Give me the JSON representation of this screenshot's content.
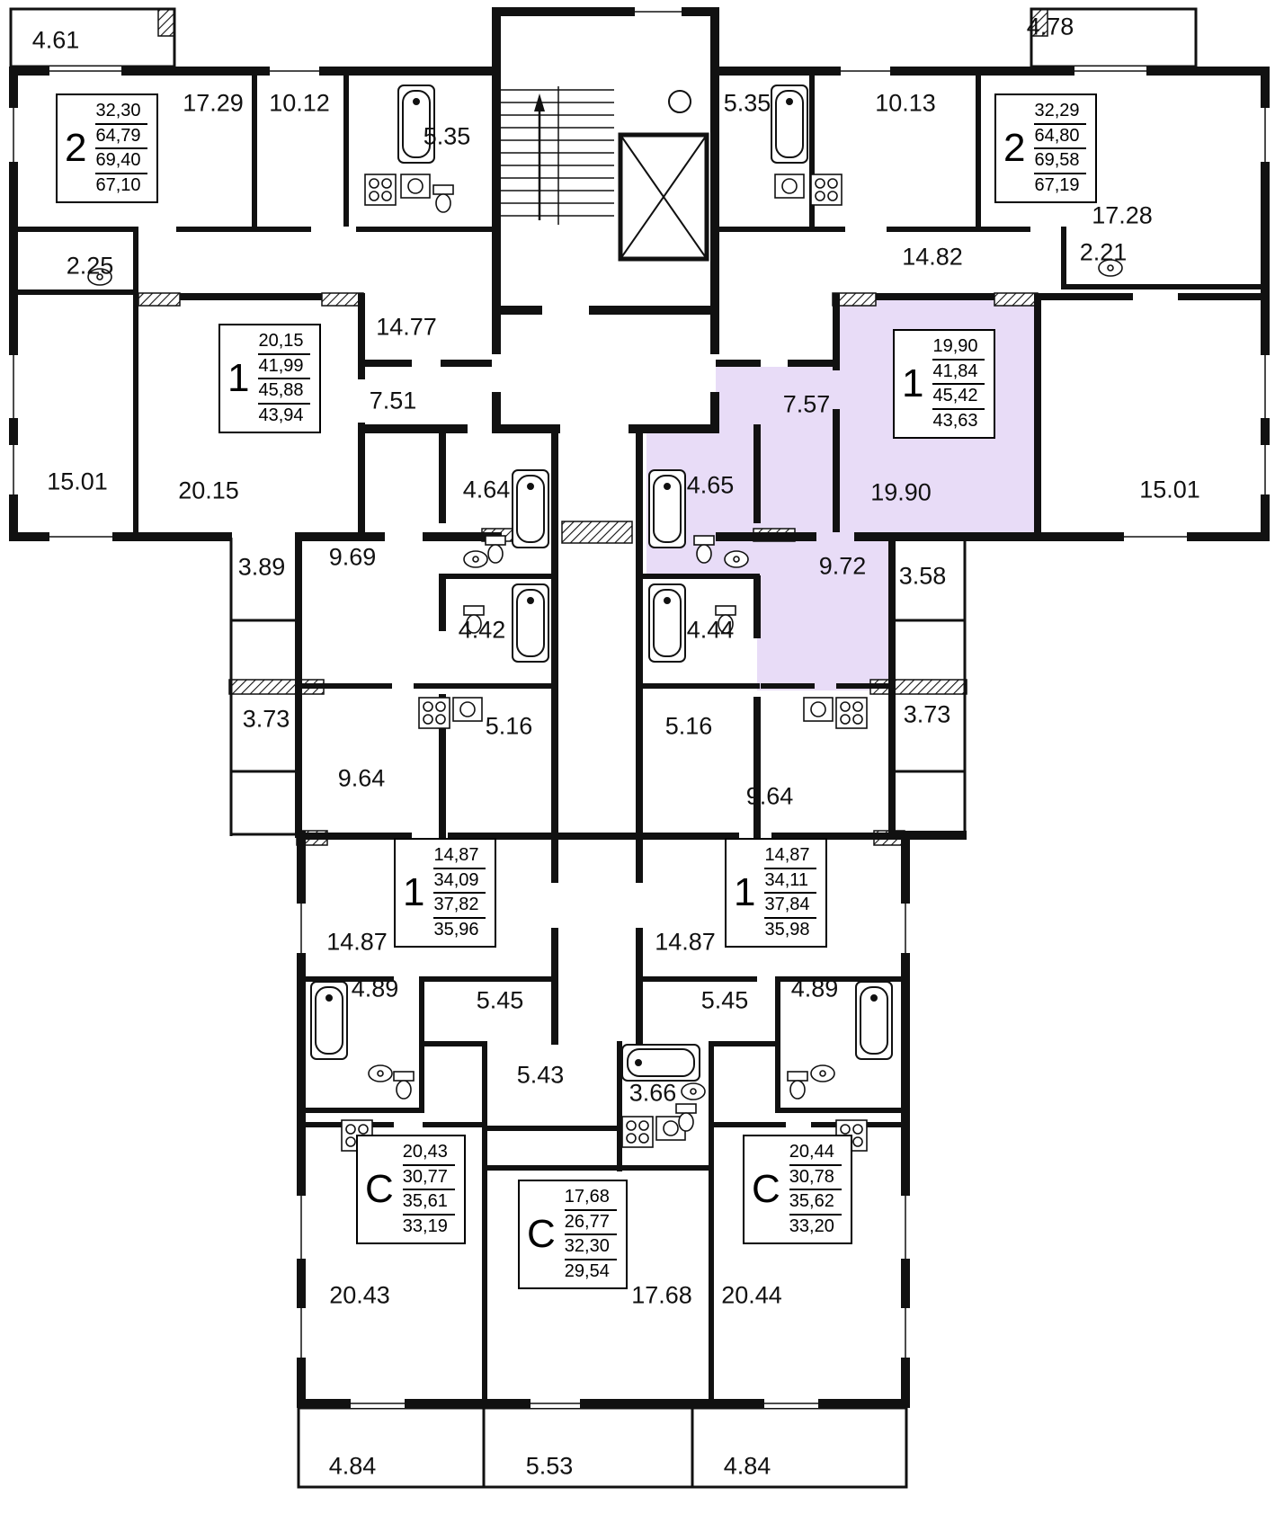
{
  "plan": {
    "name": "residential floor plan",
    "highlight_color": "#e8dcf7",
    "wall_color": "#111111"
  },
  "labels": [
    "4.61",
    "4.78",
    "17.29",
    "10.12",
    "5.35",
    "5.35",
    "10.13",
    "17.28",
    "2.25",
    "2.21",
    "14.77",
    "14.82",
    "7.51",
    "7.57",
    "15.01",
    "20.15",
    "19.90",
    "15.01",
    "4.64",
    "4.65",
    "3.89",
    "9.69",
    "9.72",
    "3.58",
    "4.42",
    "4.44",
    "3.73",
    "3.73",
    "5.16",
    "5.16",
    "9.64",
    "9.64",
    "14.87",
    "14.87",
    "4.89",
    "5.45",
    "5.45",
    "4.89",
    "5.43",
    "3.66",
    "20.43",
    "17.68",
    "20.44",
    "4.84",
    "5.53",
    "4.84"
  ],
  "units": [
    {
      "type": "2",
      "areas": [
        "32,30",
        "64,79",
        "69,40",
        "67,10"
      ]
    },
    {
      "type": "2",
      "areas": [
        "32,29",
        "64,80",
        "69,58",
        "67,19"
      ]
    },
    {
      "type": "1",
      "areas": [
        "20,15",
        "41,99",
        "45,88",
        "43,94"
      ]
    },
    {
      "type": "1",
      "areas": [
        "19,90",
        "41,84",
        "45,42",
        "43,63"
      ]
    },
    {
      "type": "1",
      "areas": [
        "14,87",
        "34,09",
        "37,82",
        "35,96"
      ]
    },
    {
      "type": "1",
      "areas": [
        "14,87",
        "34,11",
        "37,84",
        "35,98"
      ]
    },
    {
      "type": "C",
      "areas": [
        "20,43",
        "30,77",
        "35,61",
        "33,19"
      ]
    },
    {
      "type": "C",
      "areas": [
        "17,68",
        "26,77",
        "32,30",
        "29,54"
      ]
    },
    {
      "type": "C",
      "areas": [
        "20,44",
        "30,78",
        "35,62",
        "33,20"
      ]
    }
  ]
}
